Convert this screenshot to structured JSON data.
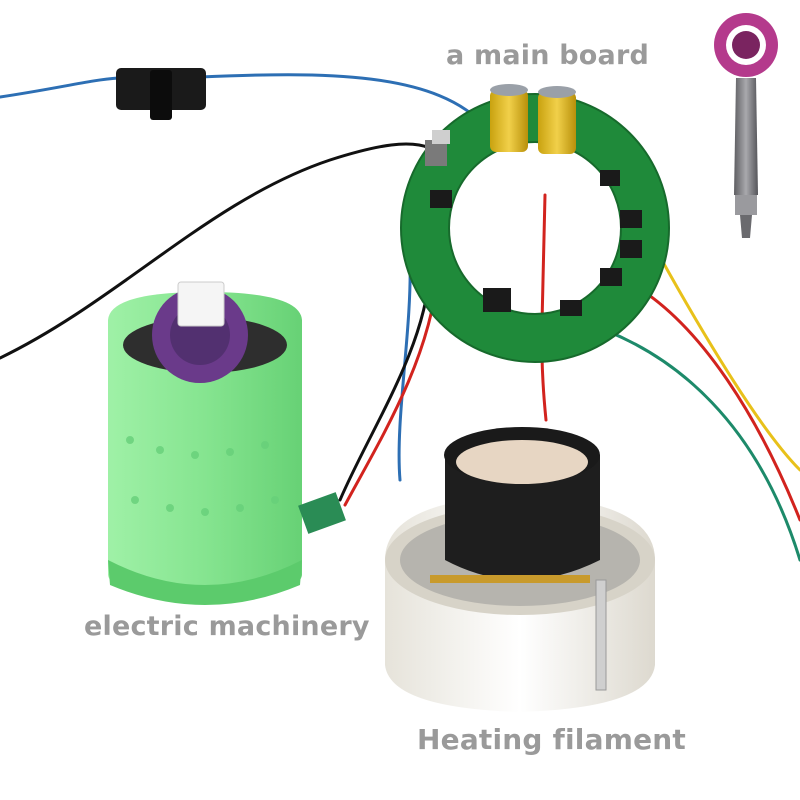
{
  "labels": {
    "main_board": "a main board",
    "motor": "electric machinery",
    "heating": "Heating filament"
  },
  "colors": {
    "label_text": "#9a9a9a",
    "motor_housing": "#7ee08a",
    "pcb": "#1f8a3a",
    "ceramic": "#f2f0ea",
    "dryer_body": "#8b8b8f",
    "dryer_accent": "#b43a8c"
  },
  "objects": [
    "main-board",
    "motor",
    "heating-element",
    "hair-dryer",
    "switch",
    "wires"
  ]
}
